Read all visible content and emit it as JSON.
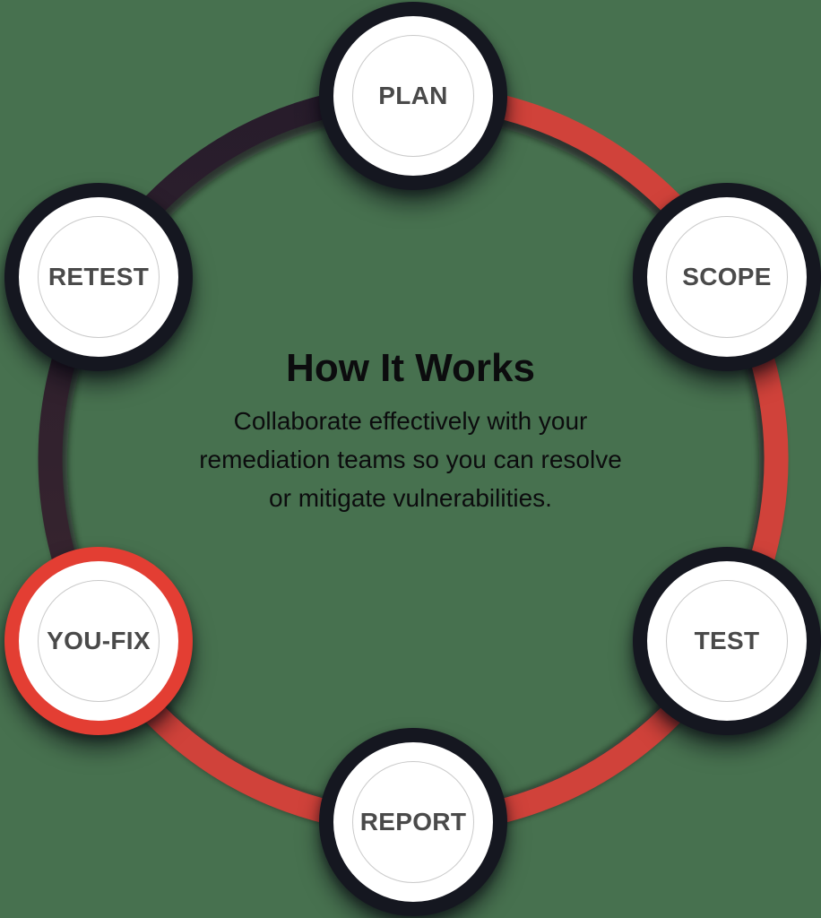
{
  "center": {
    "title": "How It Works",
    "description_lines": [
      "Collaborate effectively with your",
      "remediation teams so you can resolve",
      "or mitigate vulnerabilities."
    ]
  },
  "nodes": [
    {
      "label": "PLAN",
      "highlight": false
    },
    {
      "label": "SCOPE",
      "highlight": false
    },
    {
      "label": "TEST",
      "highlight": false
    },
    {
      "label": "REPORT",
      "highlight": false
    },
    {
      "label": "YOU-FIX",
      "highlight": true
    },
    {
      "label": "RETEST",
      "highlight": false
    }
  ],
  "colors": {
    "background": "#47714f",
    "arc_red": "#d0423a",
    "arc_dark_top": "#271c2b",
    "arc_dark_bottom": "#38252f",
    "node_border_dark": "#151720",
    "node_border_red": "#e33e33",
    "node_fill": "#ffffff",
    "inner_ring": "#cacaca",
    "label_color": "#4a4a4a",
    "text_color": "#0c0c0e"
  }
}
